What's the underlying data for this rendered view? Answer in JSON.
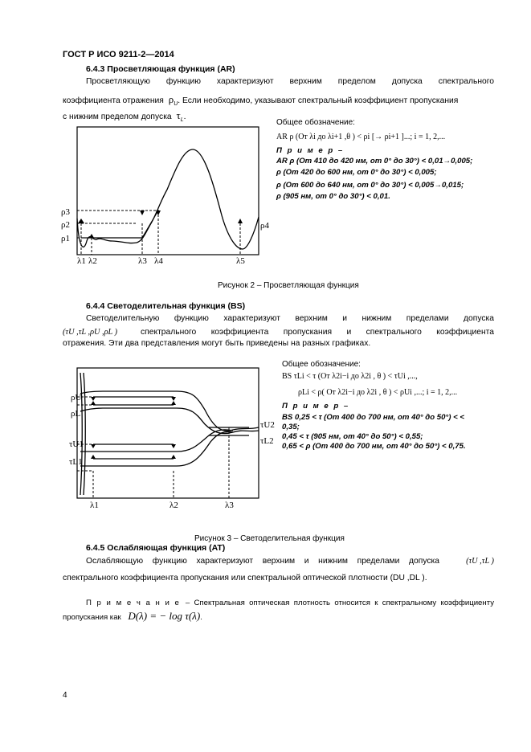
{
  "header": {
    "standard": "ГОСТ Р ИСО 9211-2—2014"
  },
  "s643": {
    "title": "6.4.3  Просветляющая функция (AR)",
    "p1": "Просветляющую функцию характеризуют верхним пределом допуска спектрального",
    "p2a": "коэффициента отражения",
    "p2sym": "ρ",
    "p2sub": "U",
    "p2b": ". Если необходимо, указывают спектральный коэффициент пропускания",
    "p3a": "с нижним пределом допуска",
    "p3sym": "τ",
    "p3sub": "L",
    "p3b": ".",
    "gen_label": "Общее обозначение:",
    "gen_formula": "AR   ρ  (От  λi до λi+1 ,θ ) < ρi [→ ρi+1 ]...;  i = 1, 2,...",
    "example_label": "П р и м е р –",
    "examples": [
      "AR ρ (От 410 до 420 нм, от 0° до 30°) < 0,01→0,005;",
      "ρ (От 420 до 600 нм, от 0° до 30°) < 0,005;",
      "ρ (От 600 до 640 нм, от 0° до 30°) < 0,005→0,015;",
      "ρ (905 нм, от 0° до 30°) < 0,01."
    ],
    "caption": "Рисунок 2 – Просветляющая функция",
    "fig_labels": {
      "r3": "ρ3",
      "r2": "ρ2",
      "r1": "ρ1",
      "r4": "ρ4",
      "l1": "λ1",
      "l2": "λ2",
      "l3": "λ3",
      "l4": "λ4",
      "l5": "λ5"
    }
  },
  "s644": {
    "title": "6.4.4  Светоделительная функция (BS)",
    "p1": "Светоделительную функцию характеризуют верхним и нижним пределами допуска",
    "p2a": "(τU ,τL ,ρU ,ρL )",
    "p2b": "спектрального коэффициента пропускания и спектрального коэффициента",
    "p3": "отражения. Эти два представления могут быть приведены на разных графиках.",
    "gen_label": "Общее обозначение:",
    "gen_line1": "BS   τLi < τ (От  λ2i−i  до  λ2i , θ ) <  τUi ,...,",
    "gen_line2": "ρLi < ρ( От  λ2i−i  до  λ2i , θ ) <  ρUi ,...; i = 1, 2,...",
    "example_label": "П р и м е р –",
    "examples": [
      "BS  0,25 < τ (От 400 до 700 нм, от 40° до 50°) < <",
      "0,35;",
      "0,45 < τ (905 нм, от 40° до 50°) < 0,55;",
      "0,65 < ρ (От 400 до 700 нм, от 40° до 50°) < 0,75."
    ],
    "caption": "Рисунок 3 – Светоделительная функция",
    "fig_labels": {
      "rU": "ρU",
      "rL": "ρL",
      "tU1": "τU1",
      "tL1": "τL1",
      "tU2": "τU2",
      "tL2": "τL2",
      "l1": "λ1",
      "l2": "λ2",
      "l3": "λ3"
    }
  },
  "s645": {
    "title": "6.4.5  Ослабляющая функция (AT)",
    "p1a": "Ослабляющую функцию характеризуют верхним и нижним пределами допуска",
    "p1b": "(τU ,τL )",
    "p2": "спектрального коэффициента пропускания или спектральной оптической плотности (DU ,DL ).",
    "note_label": "П р и м е ч а н и е",
    "note1": "– Спектральная оптическая плотность относится к спектральному коэффициенту",
    "note2a": "пропускания как",
    "note2f": "D(λ) = − log τ(λ)",
    "note2b": "."
  },
  "footer": {
    "page_number": "4"
  }
}
